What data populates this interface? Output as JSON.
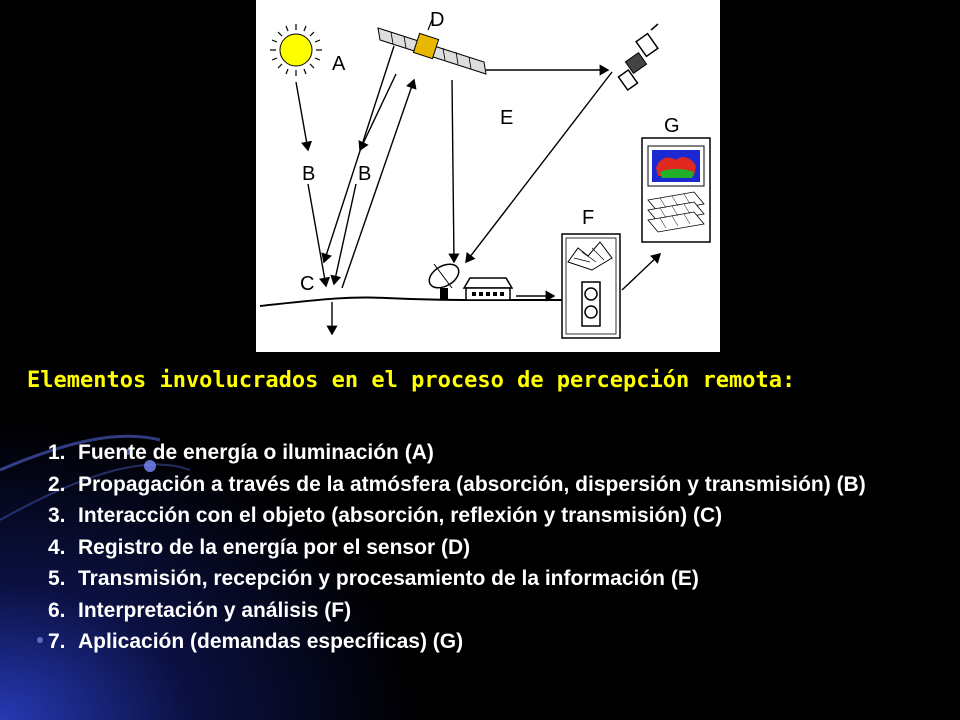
{
  "diagram": {
    "labels": {
      "a": "A",
      "b1": "B",
      "b2": "B",
      "c": "C",
      "d": "D",
      "e": "E",
      "f": "F",
      "g": "G"
    },
    "icons": [
      "sun-icon",
      "satellite-icon",
      "relay-satellite-icon",
      "ground-antenna-icon",
      "processing-station-icon",
      "analysis-panel-icon",
      "application-panel-icon"
    ]
  },
  "heading": "Elementos involucrados en el proceso de percepción remota:",
  "elements": [
    {
      "number": "1.",
      "text": "Fuente de energía o iluminación (A)"
    },
    {
      "number": "2.",
      "text": "Propagación a través de la atmósfera (absorción, dispersión y transmisión) (B)"
    },
    {
      "number": "3.",
      "text": "Interacción con el objeto (absorción, reflexión y transmisión) (C)"
    },
    {
      "number": "4.",
      "text": "Registro de la energía por el sensor (D)"
    },
    {
      "number": "5.",
      "text": "Transmisión, recepción y procesamiento de la información (E)"
    },
    {
      "number": "6.",
      "text": "Interpretación y análisis (F)"
    },
    {
      "number": "7.",
      "text": "Aplicación (demandas específicas) (G)"
    }
  ],
  "colors": {
    "background": "#000000",
    "heading": "#ffff00",
    "text": "#ffffff",
    "glow": "#2a3cbe"
  }
}
